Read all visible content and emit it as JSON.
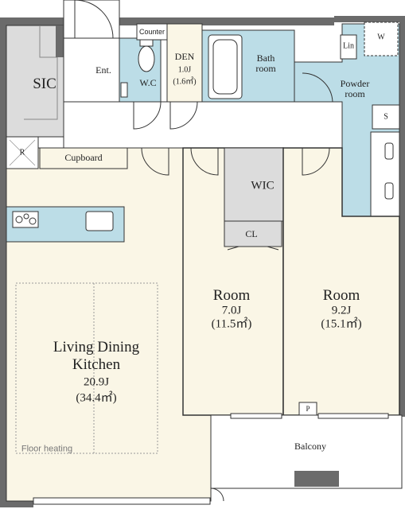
{
  "rooms": {
    "sic": "SIC",
    "entrance": "Ent.",
    "wc": "W.C",
    "counter": "Counter",
    "den": {
      "name": "DEN",
      "size_j": "1.0J",
      "size_m2": "(1.6㎡)"
    },
    "bathroom": {
      "line1": "Bath",
      "line2": "room"
    },
    "lin": "Lin",
    "washer": "W",
    "powder_room": {
      "line1": "Powder",
      "line2": "room"
    },
    "storage": "S",
    "refrigerator": "R",
    "cupboard": "Cupboard",
    "wic": "WIC",
    "closet": "CL",
    "room1": {
      "name": "Room",
      "size_j": "7.0J",
      "size_m2": "(11.5㎡)"
    },
    "room2": {
      "name": "Room",
      "size_j": "9.2J",
      "size_m2": "(15.1㎡)"
    },
    "ldk": {
      "line1": "Living Dining",
      "line2": "Kitchen",
      "size_j": "20.9J",
      "size_m2": "(34.4㎡)"
    },
    "floor_heating": "Floor heating",
    "pipe_space": "P",
    "balcony": "Balcony"
  },
  "colors": {
    "wet_area": "#bcdde7",
    "floor": "#faf6e6",
    "wall": "#6b6b6b",
    "outline": "#333333",
    "grey_room": "#dcdcdc"
  }
}
